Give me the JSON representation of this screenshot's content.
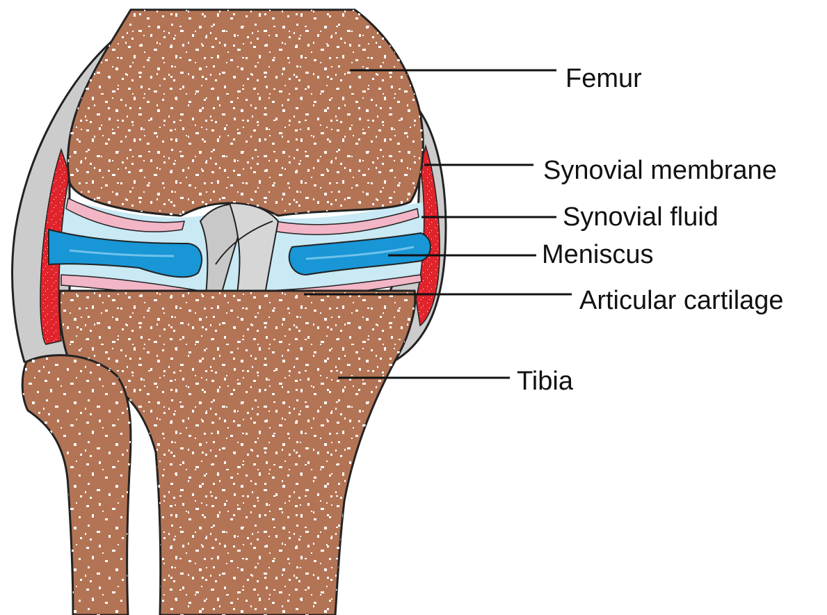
{
  "labels": {
    "femur": "Femur",
    "synovial_membrane": "Synovial membrane",
    "synovial_fluid": "Synovial fluid",
    "meniscus": "Meniscus",
    "articular_cartilage": "Articular cartilage",
    "tibia": "Tibia"
  },
  "colors": {
    "bone": "#b37455",
    "capsule": "#cccccc",
    "synovial_membrane": "#e0242c",
    "synovial_fluid": "#c9e9f4",
    "meniscus": "#1896d6",
    "cartilage": "#f2b6c6",
    "ligament": "#c8c8c8",
    "outline": "#222222"
  }
}
